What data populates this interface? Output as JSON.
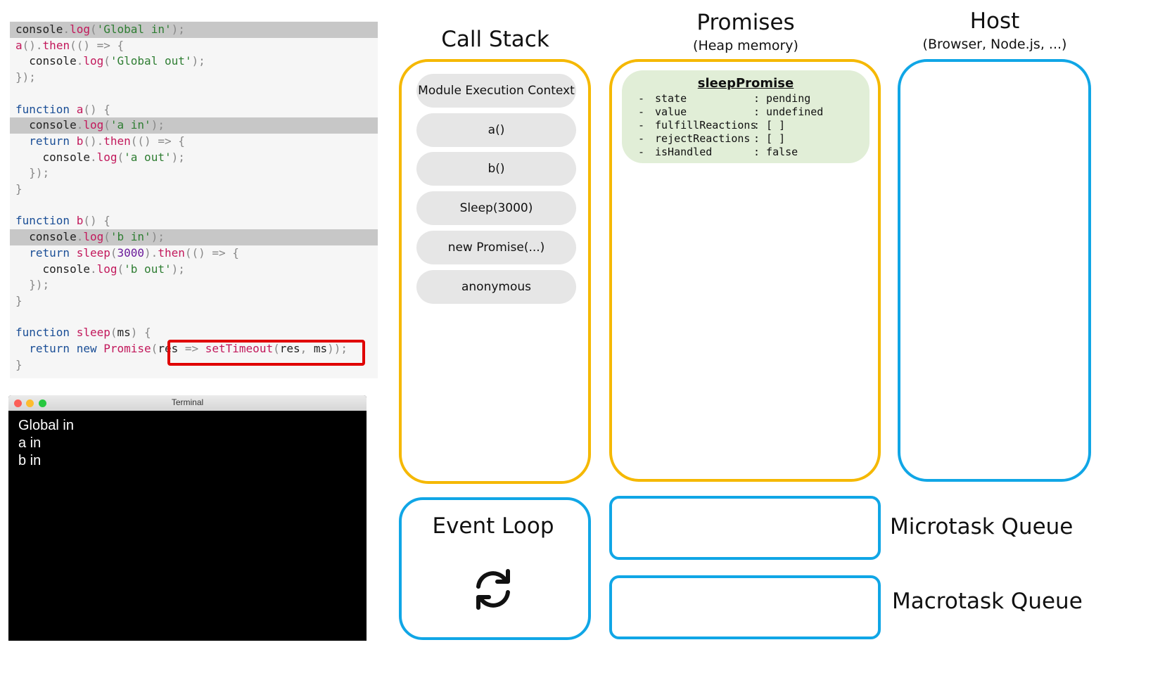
{
  "code": {
    "lines": [
      [
        [
          "plain",
          "console"
        ],
        [
          "punc",
          "."
        ],
        [
          "fn",
          "log"
        ],
        [
          "punc",
          "("
        ],
        [
          "str",
          "'Global in'"
        ],
        [
          "punc",
          ");"
        ]
      ],
      [
        [
          "fn",
          "a"
        ],
        [
          "punc",
          "()."
        ],
        [
          "fn",
          "then"
        ],
        [
          "punc",
          "(() => {"
        ]
      ],
      [
        [
          "plain",
          "  console"
        ],
        [
          "punc",
          "."
        ],
        [
          "fn",
          "log"
        ],
        [
          "punc",
          "("
        ],
        [
          "str",
          "'Global out'"
        ],
        [
          "punc",
          ");"
        ]
      ],
      [
        [
          "punc",
          "});"
        ]
      ],
      [],
      [
        [
          "kw",
          "function "
        ],
        [
          "fn",
          "a"
        ],
        [
          "punc",
          "() {"
        ]
      ],
      [
        [
          "plain",
          "  console"
        ],
        [
          "punc",
          "."
        ],
        [
          "fn",
          "log"
        ],
        [
          "punc",
          "("
        ],
        [
          "str",
          "'a in'"
        ],
        [
          "punc",
          ");"
        ]
      ],
      [
        [
          "kw",
          "  return "
        ],
        [
          "fn",
          "b"
        ],
        [
          "punc",
          "()."
        ],
        [
          "fn",
          "then"
        ],
        [
          "punc",
          "(() => {"
        ]
      ],
      [
        [
          "plain",
          "    console"
        ],
        [
          "punc",
          "."
        ],
        [
          "fn",
          "log"
        ],
        [
          "punc",
          "("
        ],
        [
          "str",
          "'a out'"
        ],
        [
          "punc",
          ");"
        ]
      ],
      [
        [
          "punc",
          "  });"
        ]
      ],
      [
        [
          "punc",
          "}"
        ]
      ],
      [],
      [
        [
          "kw",
          "function "
        ],
        [
          "fn",
          "b"
        ],
        [
          "punc",
          "() {"
        ]
      ],
      [
        [
          "plain",
          "  console"
        ],
        [
          "punc",
          "."
        ],
        [
          "fn",
          "log"
        ],
        [
          "punc",
          "("
        ],
        [
          "str",
          "'b in'"
        ],
        [
          "punc",
          ");"
        ]
      ],
      [
        [
          "kw",
          "  return "
        ],
        [
          "fn",
          "sleep"
        ],
        [
          "punc",
          "("
        ],
        [
          "num",
          "3000"
        ],
        [
          "punc",
          ")."
        ],
        [
          "fn",
          "then"
        ],
        [
          "punc",
          "(() => {"
        ]
      ],
      [
        [
          "plain",
          "    console"
        ],
        [
          "punc",
          "."
        ],
        [
          "fn",
          "log"
        ],
        [
          "punc",
          "("
        ],
        [
          "str",
          "'b out'"
        ],
        [
          "punc",
          ");"
        ]
      ],
      [
        [
          "punc",
          "  });"
        ]
      ],
      [
        [
          "punc",
          "}"
        ]
      ],
      [],
      [
        [
          "kw",
          "function "
        ],
        [
          "fn",
          "sleep"
        ],
        [
          "punc",
          "("
        ],
        [
          "plain",
          "ms"
        ],
        [
          "punc",
          ") {"
        ]
      ],
      [
        [
          "kw",
          "  return new "
        ],
        [
          "fn",
          "Promise"
        ],
        [
          "punc",
          "("
        ],
        [
          "plain",
          "res"
        ],
        [
          "punc",
          " => "
        ],
        [
          "fn",
          "setTimeout"
        ],
        [
          "punc",
          "("
        ],
        [
          "plain",
          "res"
        ],
        [
          "punc",
          ", "
        ],
        [
          "plain",
          "ms"
        ],
        [
          "punc",
          "))"
        ],
        [
          "punc",
          ";"
        ]
      ],
      [
        [
          "punc",
          "}"
        ]
      ]
    ],
    "highlighted_lines": [
      0,
      6,
      13
    ]
  },
  "terminal": {
    "title": "Terminal",
    "lines": [
      "Global in",
      "a in",
      "b in"
    ]
  },
  "call_stack": {
    "title": "Call Stack",
    "frames": [
      "Module Execution Context",
      "a()",
      "b()",
      "Sleep(3000)",
      "new Promise(...)",
      "anonymous"
    ]
  },
  "promises": {
    "title": "Promises",
    "subtitle": "(Heap memory)",
    "card": {
      "name": "sleepPromise",
      "props": [
        {
          "key": "state",
          "value": ": pending"
        },
        {
          "key": "value",
          "value": ": undefined"
        },
        {
          "key": "fulfillReactions",
          "value": ": [ ]"
        },
        {
          "key": "rejectReactions",
          "value": ": [ ]"
        },
        {
          "key": "isHandled",
          "value": ": false"
        }
      ]
    }
  },
  "host": {
    "title": "Host",
    "subtitle": "(Browser, Node.js, ...)"
  },
  "event_loop": {
    "title": "Event Loop",
    "icon": "refresh-icon"
  },
  "microtask_queue": {
    "label": "Microtask Queue"
  },
  "macrotask_queue": {
    "label": "Macrotask Queue"
  },
  "colors": {
    "yellow": "#f5b800",
    "blue": "#10a6e6",
    "promise_card": "#e1eed7",
    "highlight": "#e00000"
  }
}
